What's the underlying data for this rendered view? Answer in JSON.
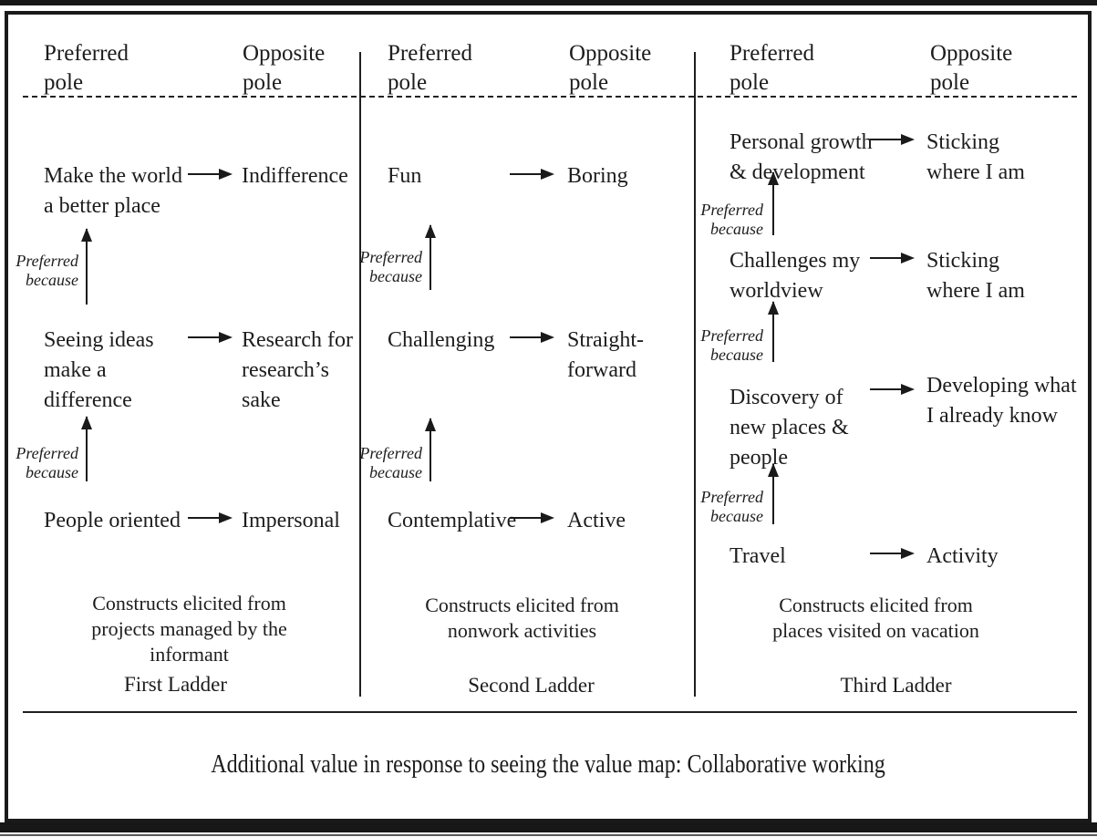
{
  "headers": {
    "preferred": "Preferred\npole",
    "opposite": "Opposite\npole"
  },
  "preferred_because": "Preferred\nbecause",
  "ladders": [
    {
      "label": "First Ladder",
      "caption": "Constructs elicited from\nprojects managed by the\ninformant",
      "rungs": [
        {
          "preferred": "Make the world\na better place",
          "opposite": "Indifference"
        },
        {
          "preferred": "Seeing ideas\nmake a\ndifference",
          "opposite": "Research for\nresearch’s\nsake"
        },
        {
          "preferred": "People oriented",
          "opposite": "Impersonal"
        }
      ]
    },
    {
      "label": "Second Ladder",
      "caption": "Constructs elicited from\nnonwork activities",
      "rungs": [
        {
          "preferred": "Fun",
          "opposite": "Boring"
        },
        {
          "preferred": "Challenging",
          "opposite": "Straight-\nforward"
        },
        {
          "preferred": "Contemplative",
          "opposite": "Active"
        }
      ]
    },
    {
      "label": "Third Ladder",
      "caption": "Constructs elicited from\nplaces visited on vacation",
      "rungs": [
        {
          "preferred": "Personal growth\n& development",
          "opposite": "Sticking\nwhere I am"
        },
        {
          "preferred": "Challenges my\nworldview",
          "opposite": "Sticking\nwhere I am"
        },
        {
          "preferred": "Discovery of\nnew places &\npeople",
          "opposite": "Developing what\nI already know"
        },
        {
          "preferred": "Travel",
          "opposite": "Activity"
        }
      ]
    }
  ],
  "footer": "Additional value in response to seeing the value map: Collaborative working"
}
